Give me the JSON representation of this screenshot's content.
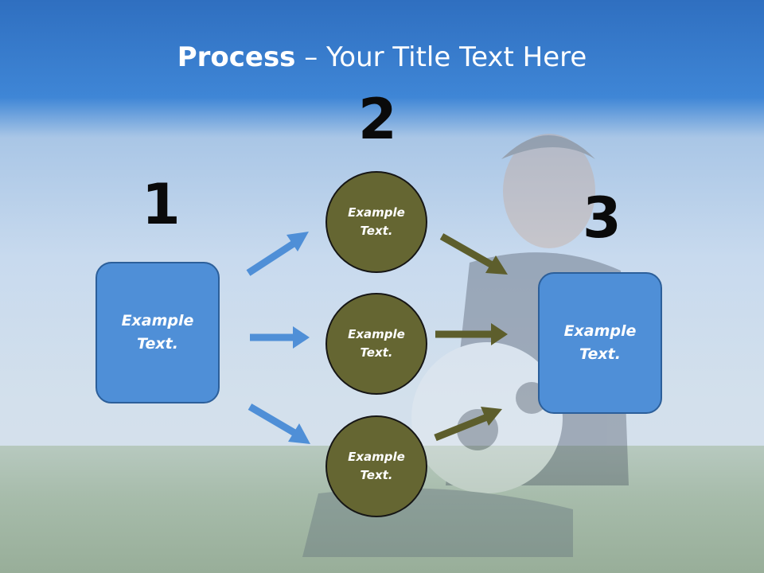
{
  "title": {
    "bold": "Process",
    "rest": " – Your Title Text Here"
  },
  "steps": [
    {
      "number": "1",
      "box_text": "Example\nText."
    },
    {
      "number": "2",
      "circles": [
        "Example\nText.",
        "Example\nText.",
        "Example\nText."
      ]
    },
    {
      "number": "3",
      "box_text": "Example\nText."
    }
  ],
  "colors": {
    "box_fill": "#4f8fd7",
    "box_border": "#2c5f9a",
    "circle_fill": "#656632",
    "circle_border": "#161616",
    "blue_arrow": "#4f8fd7",
    "olive_arrow": "#5d5e2c",
    "header_blue": "#3a7fcc"
  },
  "background": {
    "description_icon": "photo-background"
  }
}
